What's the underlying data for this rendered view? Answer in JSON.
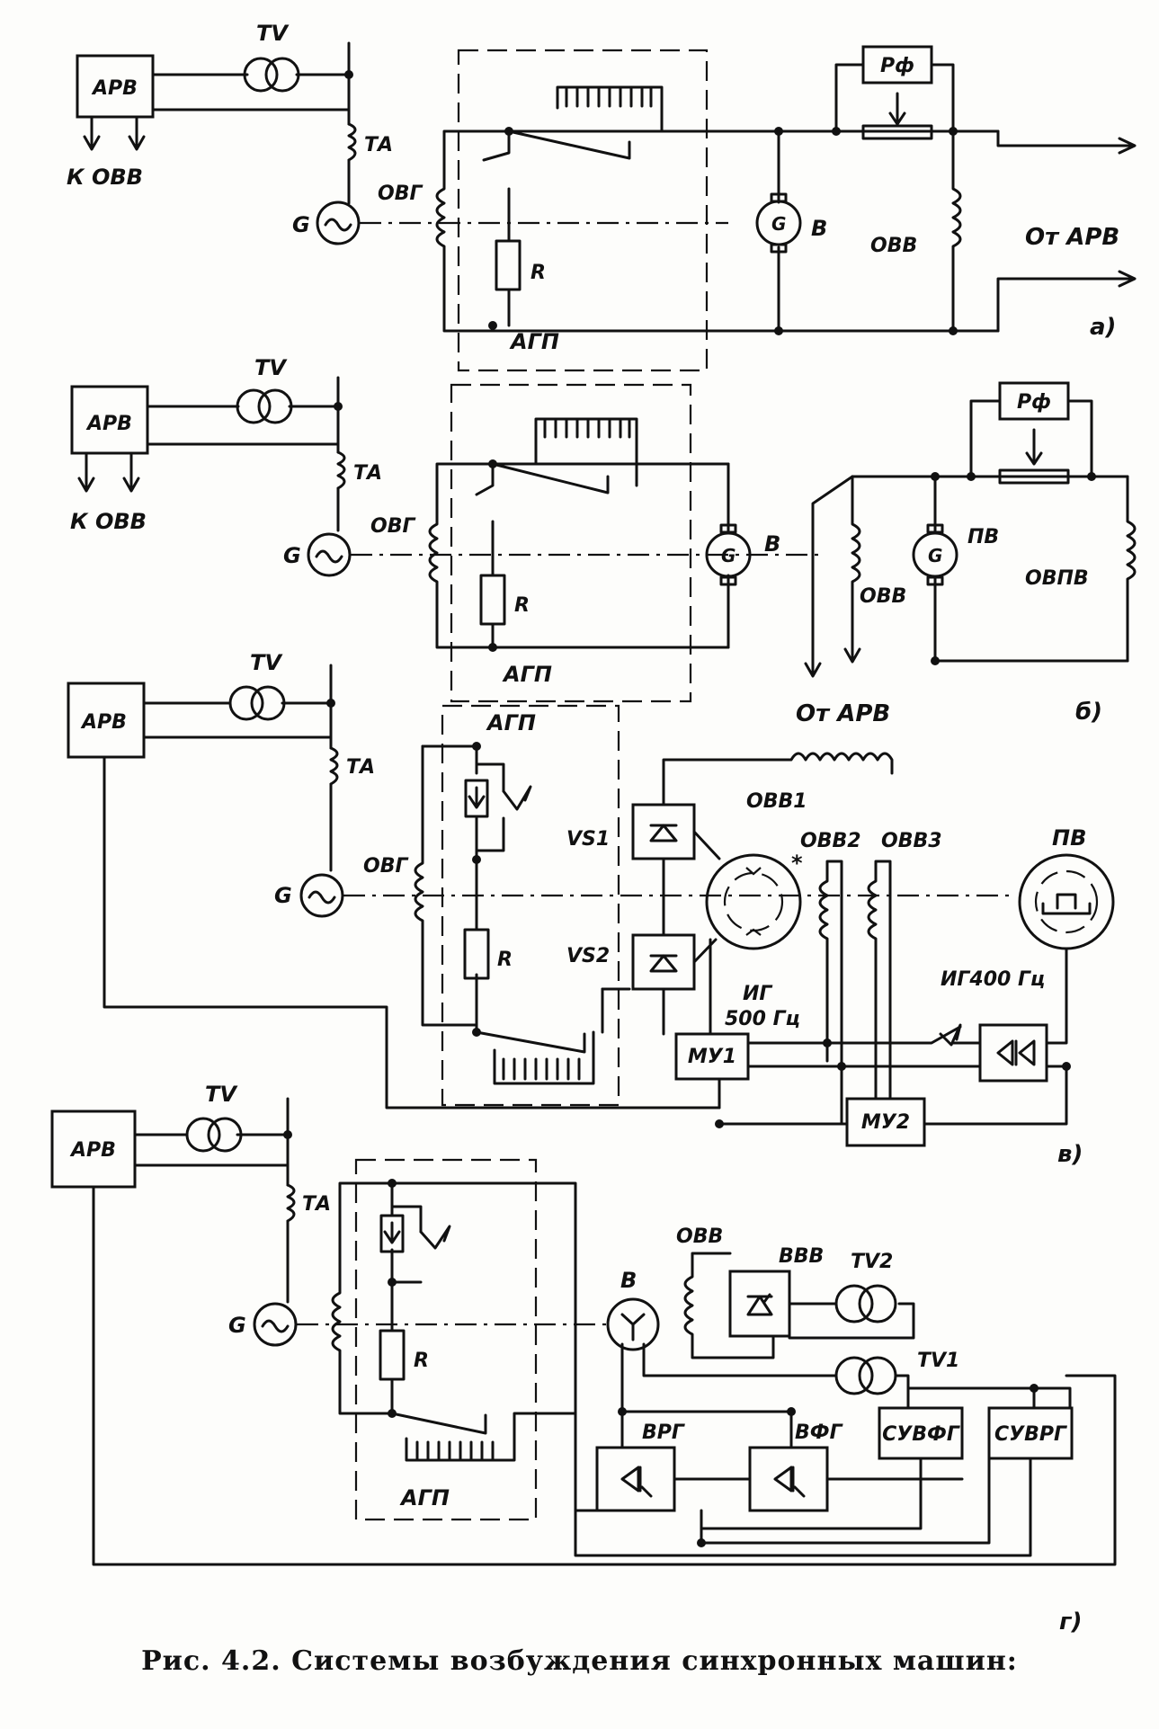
{
  "figure": {
    "caption": "Рис. 4.2. Системы возбуждения синхронных машин:"
  },
  "panel_a": {
    "letter": "а)",
    "arv": "АРВ",
    "to_ovv": "К ОВВ",
    "tv": "TV",
    "ta": "ТА",
    "ovg": "ОВГ",
    "g": "G",
    "agp": "АГП",
    "r": "R",
    "exciter": "В",
    "exciter_g": "G",
    "rf": "Рф",
    "ovv": "ОВВ",
    "from_arv": "От АРВ"
  },
  "panel_b": {
    "letter": "б)",
    "arv": "АРВ",
    "to_ovv": "К ОВВ",
    "tv": "TV",
    "ta": "ТА",
    "ovg": "ОВГ",
    "g": "G",
    "agp": "АГП",
    "r": "R",
    "exciter": "В",
    "exciter_g": "G",
    "pv": "ПВ",
    "pv_g": "G",
    "rf": "Рф",
    "ovv": "ОВВ",
    "ovpv": "ОВПВ",
    "from_arv": "От АРВ"
  },
  "panel_v": {
    "letter": "в)",
    "arv": "АРВ",
    "tv": "TV",
    "ta": "ТА",
    "ovg": "ОВГ",
    "g": "G",
    "agp": "АГП",
    "r": "R",
    "vs1": "VS1",
    "vs2": "VS2",
    "ovv1": "ОВВ1",
    "ovv2": "ОВВ2",
    "ovv3": "ОВВ3",
    "star": "*",
    "ig500": "ИГ",
    "ig500_freq": "500 Гц",
    "pv": "ПВ",
    "ig400": "ИГ400 Гц",
    "mu1": "МУ1",
    "mu2": "МУ2"
  },
  "panel_g": {
    "letter": "г)",
    "arv": "АРВ",
    "tv": "TV",
    "ta": "ТА",
    "g": "G",
    "agp": "АГП",
    "r": "R",
    "exciter": "В",
    "ovv": "ОВВ",
    "vvv": "ВВВ",
    "tv2": "TV2",
    "tv1": "TV1",
    "vrg": "ВРГ",
    "vfg": "ВФГ",
    "suvfg": "СУВФГ",
    "suvrg": "СУВРГ"
  }
}
